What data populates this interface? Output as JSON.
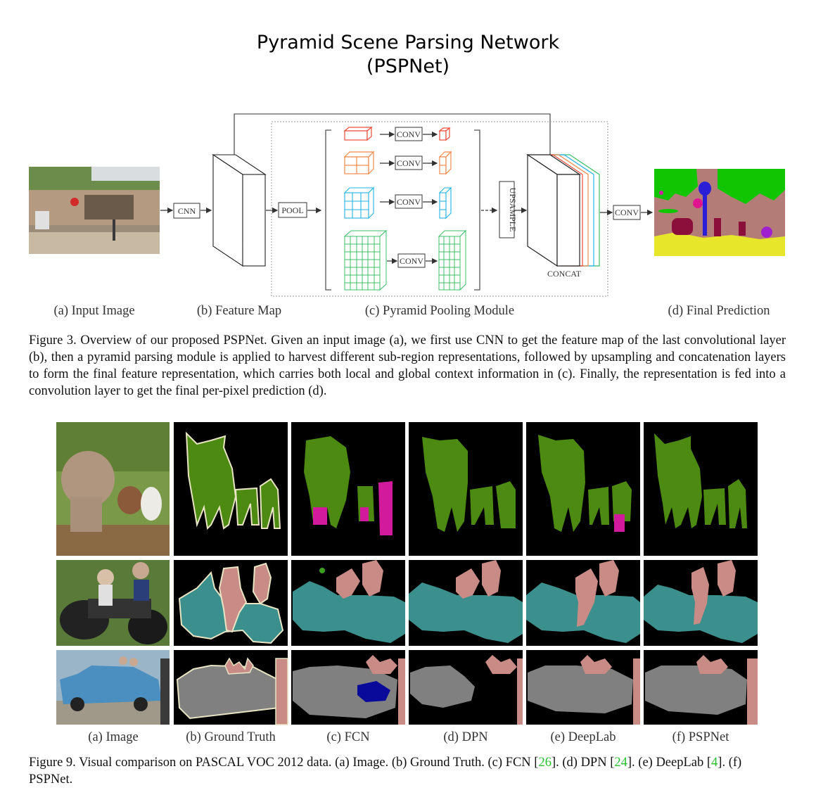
{
  "title": {
    "line1": "Pyramid Scene Parsing Network",
    "line2": "(PSPNet)"
  },
  "figure3": {
    "box_labels": {
      "cnn": "CNN",
      "pool": "POOL",
      "conv": "CONV",
      "upsample": "UPSAMPLE",
      "concat": "CONCAT"
    },
    "sublabels": {
      "a": "(a) Input Image",
      "b": "(b) Feature Map",
      "c": "(c) Pyramid Pooling Module",
      "d": "(d) Final Prediction"
    },
    "caption": "Figure 3. Overview of our proposed PSPNet. Given an input image (a), we first use CNN to get the feature map of the last convolutional layer (b), then a pyramid parsing module is applied to harvest different sub-region representations, followed by upsampling and concatenation layers to form the final feature representation, which carries both local and global context information in (c). Finally, the representation is fed into a convolution layer to get the final per-pixel prediction (d).",
    "pyramid_colors": [
      "#ef4d3a",
      "#f08a4b",
      "#22b3e6",
      "#3cbf6a"
    ]
  },
  "figure9": {
    "column_labels": [
      "(a) Image",
      "(b) Ground Truth",
      "(c) FCN",
      "(d) DPN",
      "(e) DeepLab",
      "(f) PSPNet"
    ],
    "caption": {
      "part1": "Figure 9. Visual comparison on PASCAL VOC 2012 data. (a) Image. (b) Ground Truth. (c) FCN [",
      "ref1": "26",
      "part2": "]. (d) DPN [",
      "ref2": "24",
      "part3": "]. (e) DeepLab [",
      "ref3": "4",
      "part4": "]. (f) PSPNet."
    },
    "class_colors": {
      "cow": "#4d8a12",
      "person": "#c98b85",
      "motorbike": "#3b8f8c",
      "car": "#808080",
      "error_magenta": "#d11a9c",
      "error_blue": "#0a0a9a",
      "boundary": "#e8e4c4"
    }
  },
  "link_color": "#27c12d"
}
